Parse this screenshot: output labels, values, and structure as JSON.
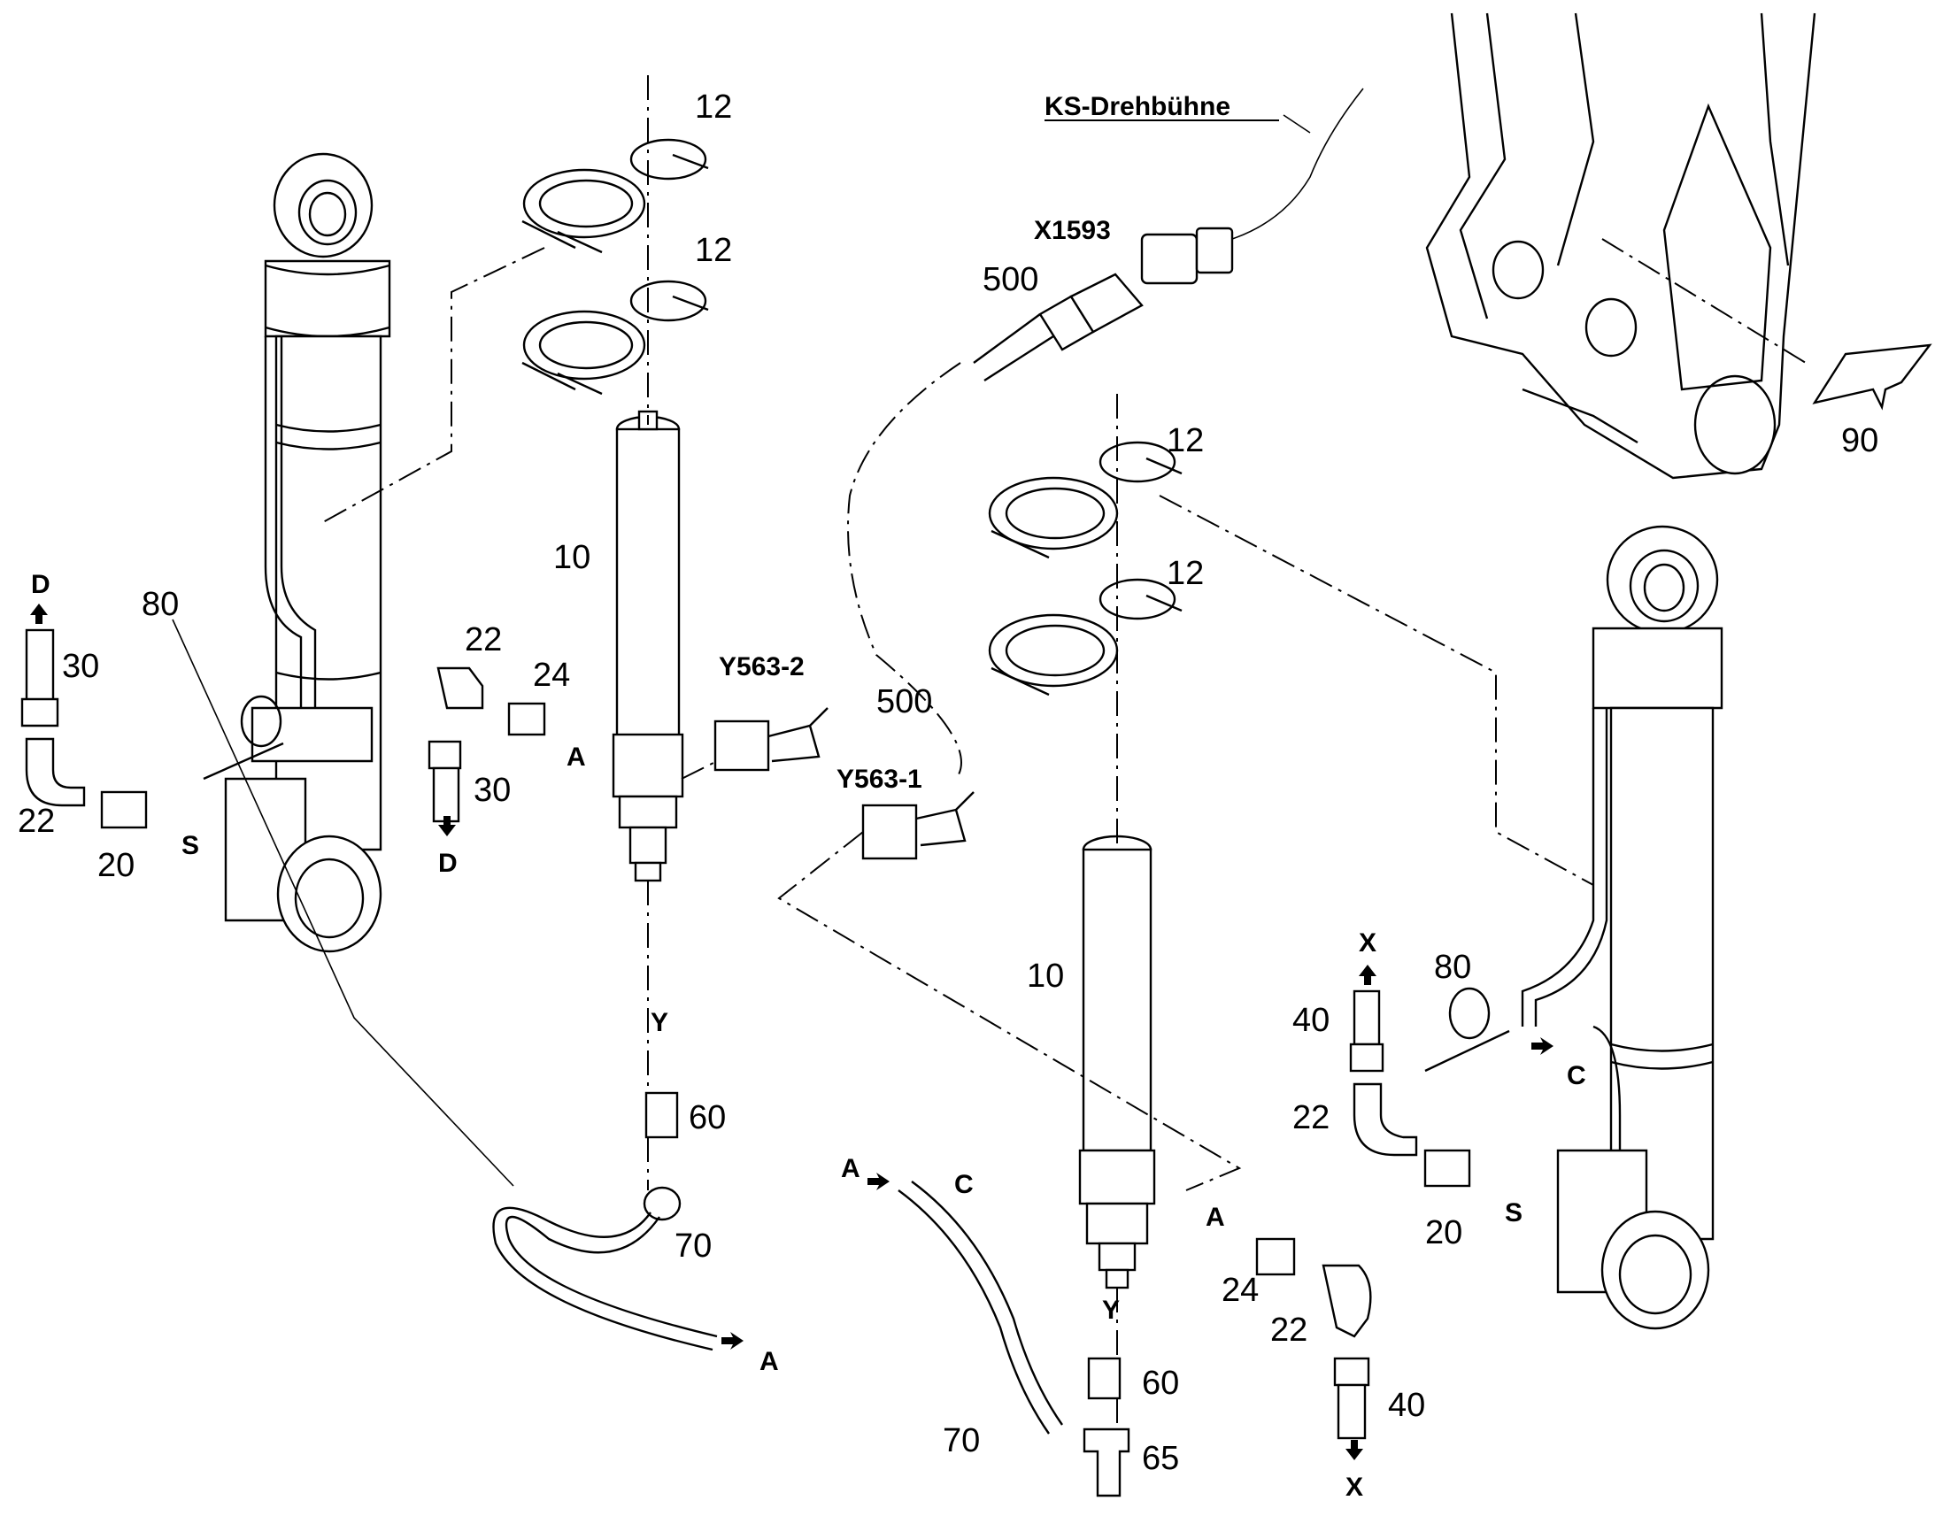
{
  "labels": {
    "ks_drehbuehne": "KS-Drehbühne",
    "x1593": "X1593",
    "y563_1": "Y563-1",
    "y563_2": "Y563-2",
    "n10": "10",
    "n12": "12",
    "n20": "20",
    "n22": "22",
    "n24": "24",
    "n30": "30",
    "n40": "40",
    "n60": "60",
    "n65": "65",
    "n70": "70",
    "n80": "80",
    "n90": "90",
    "n500": "500",
    "A": "A",
    "C": "C",
    "D": "D",
    "S": "S",
    "X": "X",
    "Y": "Y"
  }
}
